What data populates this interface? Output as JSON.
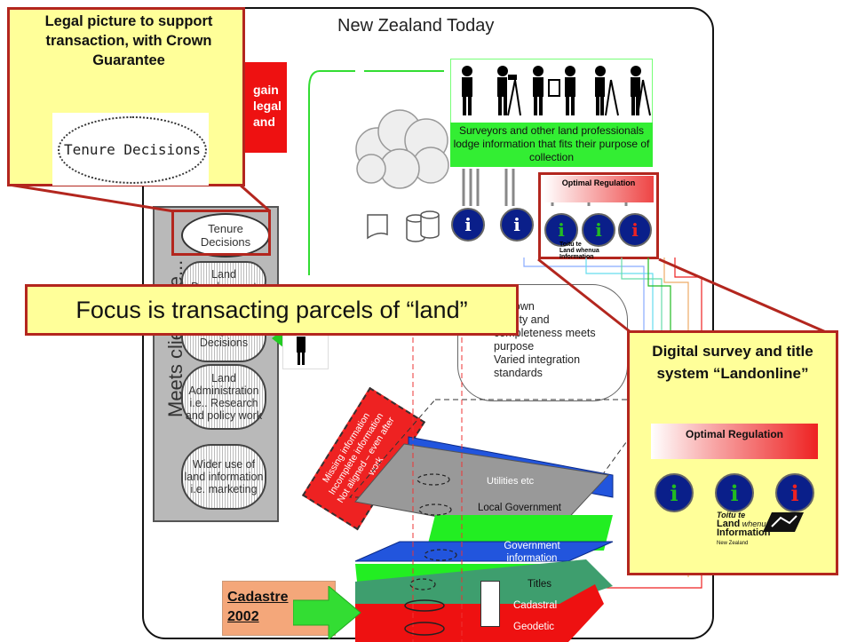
{
  "title": "New Zealand Today",
  "top_left_callout": {
    "heading": "Legal picture to support transaction, with Crown Guarantee",
    "ellipse_text": "Tenure Decisions"
  },
  "red_box_partial": "gain\nlegal\nand",
  "surveyor_box": "Surveyors and other land professionals lodge information that fits their purpose of collection",
  "optimal_regulation": "Optimal Regulation",
  "logo_text": {
    "small": "Toitu te",
    "land": "Land",
    "whenua": "whenua",
    "information": "Information",
    "nz": "New Zealand"
  },
  "decisions": [
    "Tenure Decisions",
    "Land Development",
    "Management Decisions",
    "Land Administration i.e.. Research and policy work",
    "Wider use of land information i.e. marketing"
  ],
  "meets_clients": "Meets clients de...",
  "focus_banner": "Focus is transacting parcels of “land”",
  "quality_bubble": "if known\nsability and\ncompleteness meets\npurpose\nVaried integration\nstandards",
  "missing_box": "Missing information\nIncomplete information\nNot aligned – even after work",
  "layers": [
    "Utilities etc",
    "Local Government",
    "Government information",
    "Titles",
    "Cadastral",
    "Geodetic"
  ],
  "cadastre_label": "Cadastre 2002",
  "right_callout": {
    "heading": "Digital survey and title system “Landonline”",
    "regulation": "Optimal Regulation"
  },
  "info_letter": "i",
  "colors": {
    "callout_fill": "#ffff99",
    "callout_border": "#b3261e",
    "green": "#22ee22",
    "blue": "#2255dd",
    "red": "#ee1111",
    "grey": "#999999",
    "info_blue": "#0a1f8a"
  }
}
